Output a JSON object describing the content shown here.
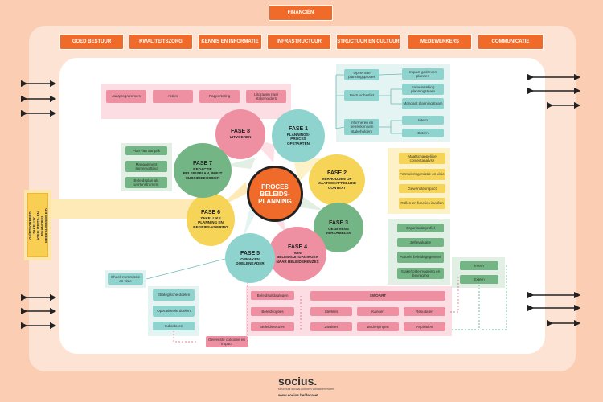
{
  "header": {
    "financien": "FINANCIËN",
    "tabs": [
      "GOED BESTUUR",
      "KWALITEITSZORG",
      "KENNIS EN INFORMATIE",
      "INFRASTRUCTUUR",
      "STRUCTUUR EN CULTUUR",
      "MEDEWERKERS",
      "COMMUNICATIE"
    ]
  },
  "center": {
    "line1": "PROCES",
    "line2": "BELEIDS-",
    "line3": "PLANNING"
  },
  "phases": {
    "f1": {
      "title": "FASE 1",
      "sub": "PLANNINGS-PROCES OPSTARTEN"
    },
    "f2": {
      "title": "FASE 2",
      "sub": "VERHOUDEN OP MAATSCHAPPELIJKE CONTEXT"
    },
    "f3": {
      "title": "FASE 3",
      "sub": "GEGEVENS VERZAMELEN"
    },
    "f4": {
      "title": "FASE 4",
      "sub": "VAN BELEIDSUITDAGINGEN NAAR BELEIDSKEUZES"
    },
    "f5": {
      "title": "FASE 5",
      "sub": "OPMAKEN DOELENKADER"
    },
    "f6": {
      "title": "FASE 6",
      "sub": "ZAKELIJKE PLANNING EN BEGRIPS-VOERING"
    },
    "f7": {
      "title": "FASE 7",
      "sub": "REDACTIE BELEIDSPLAN, INPUT SUBSIDIEDOSSIER"
    },
    "f8": {
      "title": "FASE 8",
      "sub": "UITVOEREN"
    }
  },
  "f8_boxes": [
    "Jaarprogramma's",
    "Acties",
    "Rapportering",
    "Uitdragen naar stakeholders"
  ],
  "f1_boxes": {
    "opzet": "Opzet van planningsproces",
    "bestuur": "Bestuur beslist",
    "informeren": "Informeren en betrekken van stakeholders",
    "impact": "Impact gedreven plannen",
    "samenstelling": "Samenstelling planningsteam",
    "mandaat": "Mandaat planningsteam",
    "intern": "Intern",
    "extern": "Extern"
  },
  "f2_boxes": [
    "Maatschappelijke contextanalyse",
    "Formulering missie en visie",
    "Gewenste impact",
    "Rollen en functies invullen"
  ],
  "f3_boxes": [
    "Organisatieprofiel",
    "Zelfevaluatie",
    "Actuele beleidsgegevens",
    "Stakeholdermapping en bevraging"
  ],
  "f3_side": {
    "intern": "Intern",
    "extern": "Extern"
  },
  "f7_boxes": [
    "Plan van aanpak",
    "Management samenvatting",
    "Beleidsplan als werkinstrument"
  ],
  "f6_side": "GEÏNTEGREERD ZAKELIJK KWALITEITS- EN FINANCIEEL MEERJARENBELEID",
  "f5_check": "Check met missie en visie",
  "f5_boxes": [
    "Strategische doelen",
    "Operationele doelen",
    "Indicatoren"
  ],
  "f4_left": [
    "Beleidsuitdagingen",
    "Beleidsopties",
    "Beleidskeuzes"
  ],
  "swoart": {
    "title": "SWOART",
    "row1": [
      "Sterktes",
      "Kansen",
      "Resultaten"
    ],
    "row2": [
      "Zwaktes",
      "Bedreigingen",
      "Aspiraties"
    ]
  },
  "bottom_note": "Gewenste outcome en impact",
  "footer": {
    "logo": "socius.",
    "tagline": "steunpunt sociaal-cultureel volwassenenwerk",
    "url": "www.socius.be/decreet"
  },
  "colors": {
    "orange": "#f06a2a",
    "pink": "#ee8fa2",
    "green": "#73b585",
    "teal": "#8fd3cf",
    "yellow": "#f5d458"
  }
}
